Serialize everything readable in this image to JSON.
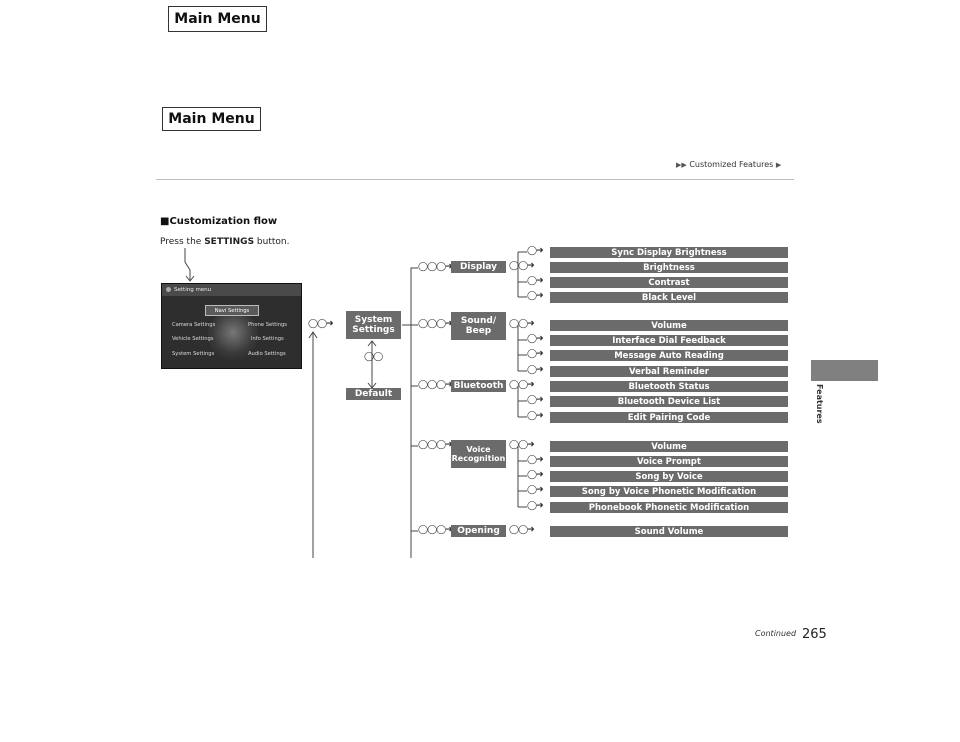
{
  "buttons": {
    "main_menu_top": "Main Menu",
    "main_menu_mid": "Main Menu"
  },
  "breadcrumb": {
    "label": "Customized Features"
  },
  "section": {
    "title": "■Customization flow",
    "instruction_pre": "Press the ",
    "instruction_key": "SETTINGS",
    "instruction_post": " button."
  },
  "screen": {
    "header": "Setting menu",
    "highlight": "Navi Settings",
    "left_options": [
      "Camera Settings",
      "Vehicle Settings",
      "System Settings"
    ],
    "right_options": [
      "Phone Settings",
      "Info Settings",
      "Audio Settings"
    ]
  },
  "flow": {
    "system_settings": "System Settings",
    "default": "Default",
    "categories": {
      "display": "Display",
      "sound_beep": "Sound/ Beep",
      "bluetooth": "Bluetooth",
      "voice_recognition": "Voice Recognition",
      "opening": "Opening"
    },
    "display_items": [
      "Sync Display Brightness",
      "Brightness",
      "Contrast",
      "Black Level"
    ],
    "sound_items": [
      "Volume",
      "Interface Dial Feedback",
      "Message Auto Reading",
      "Verbal Reminder"
    ],
    "bluetooth_items": [
      "Bluetooth Status",
      "Bluetooth Device List",
      "Edit Pairing Code"
    ],
    "voice_items": [
      "Volume",
      "Voice Prompt",
      "Song by Voice",
      "Song by Voice Phonetic Modification",
      "Phonebook Phonetic Modification"
    ],
    "opening_items": [
      "Sound Volume"
    ]
  },
  "side_tab": {
    "label": "Features"
  },
  "footer": {
    "continued": "Continued",
    "page_number": "265"
  },
  "icons": {
    "knob_press": "knob-press-icon",
    "knob_rotate": "knob-rotate-icon",
    "arrow": "arrow-right-icon"
  }
}
